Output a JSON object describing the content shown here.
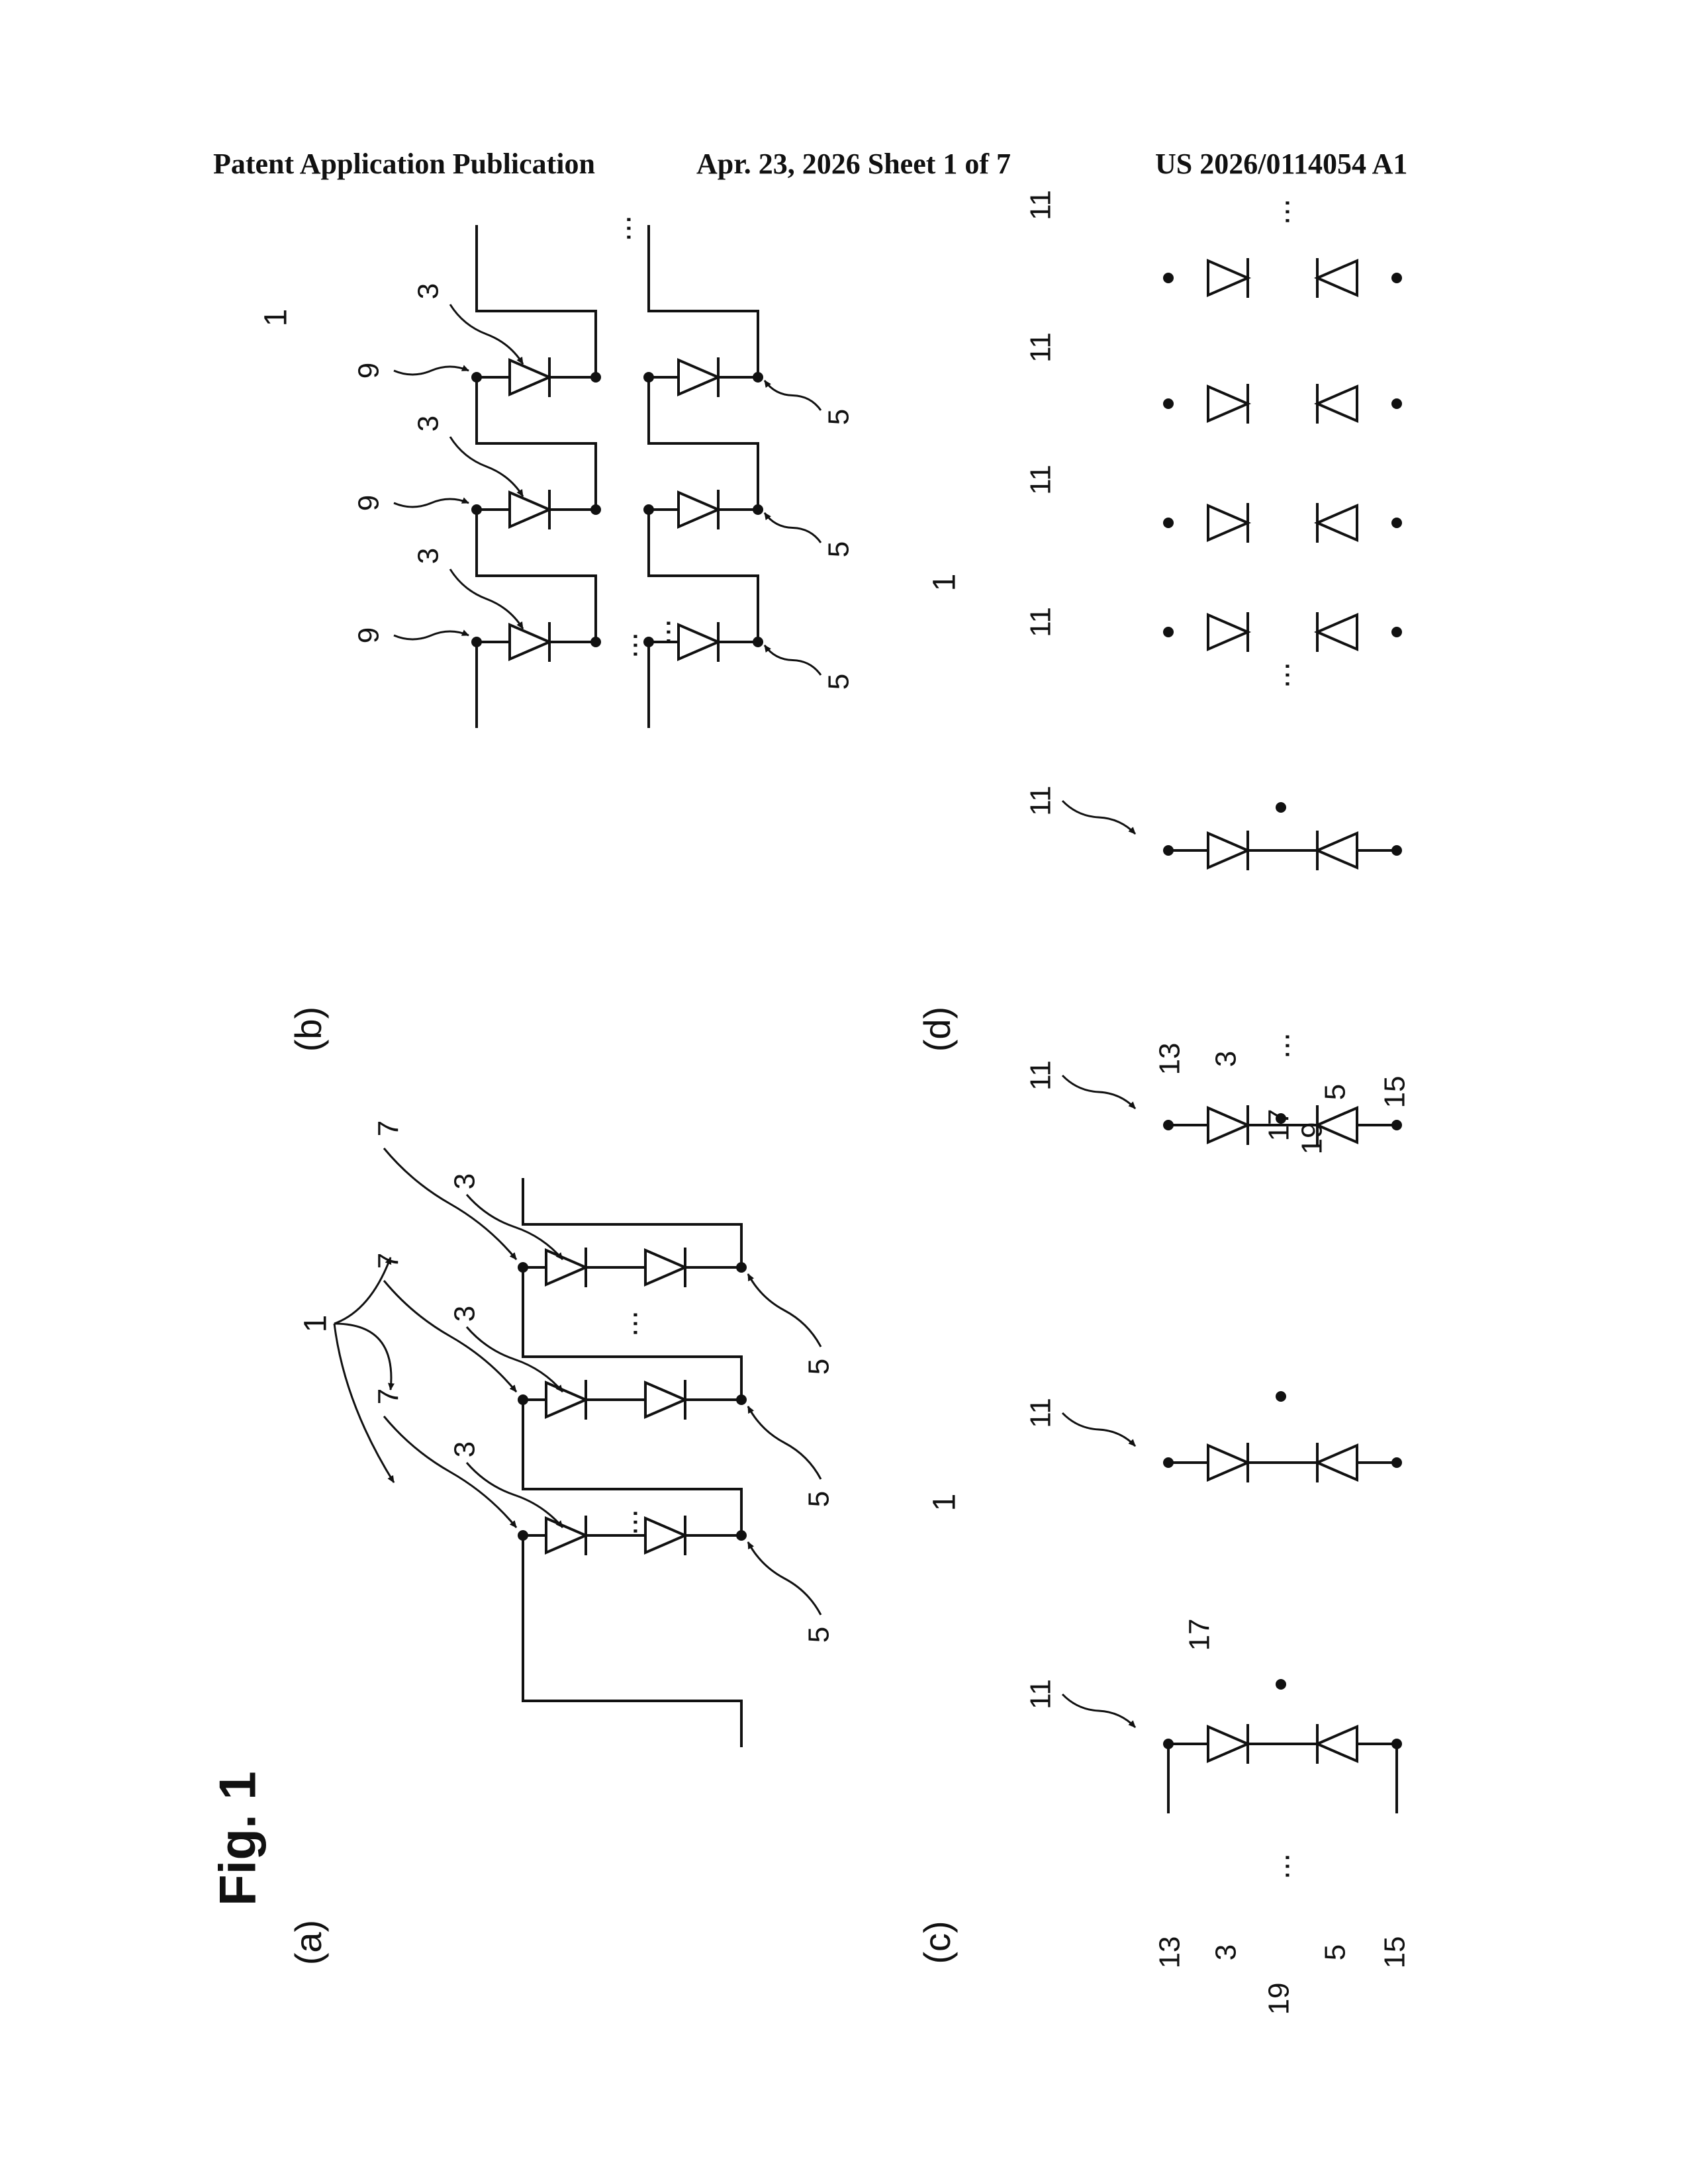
{
  "header": {
    "publication": "Patent Application Publication",
    "date_sheet": "Apr. 23, 2026  Sheet 1 of 7",
    "number": "US 2026/0114054 A1"
  },
  "figure": {
    "title": "Fig. 1",
    "ellipsis": "...",
    "panels": {
      "a": {
        "label": "(a)",
        "ref_group": "1",
        "ref_conn": "7",
        "ref_upper": "3",
        "ref_lower": "5"
      },
      "b": {
        "label": "(b)",
        "ref_group": "1",
        "ref_conn": "9",
        "ref_upper": "3",
        "ref_lower": "5"
      },
      "c": {
        "label": "(c)",
        "ref_group": "1",
        "ref_conn": "11",
        "ref_a": "13",
        "ref_upper": "3",
        "ref_mid": "17",
        "ref_node": "19",
        "ref_lower": "5",
        "ref_b": "15"
      },
      "d": {
        "label": "(d)",
        "ref_group": "1",
        "ref_conn": "11",
        "ref_a": "13",
        "ref_upper": "3",
        "ref_mid": "17",
        "ref_node": "19",
        "ref_lower": "5",
        "ref_b": "15"
      }
    }
  }
}
